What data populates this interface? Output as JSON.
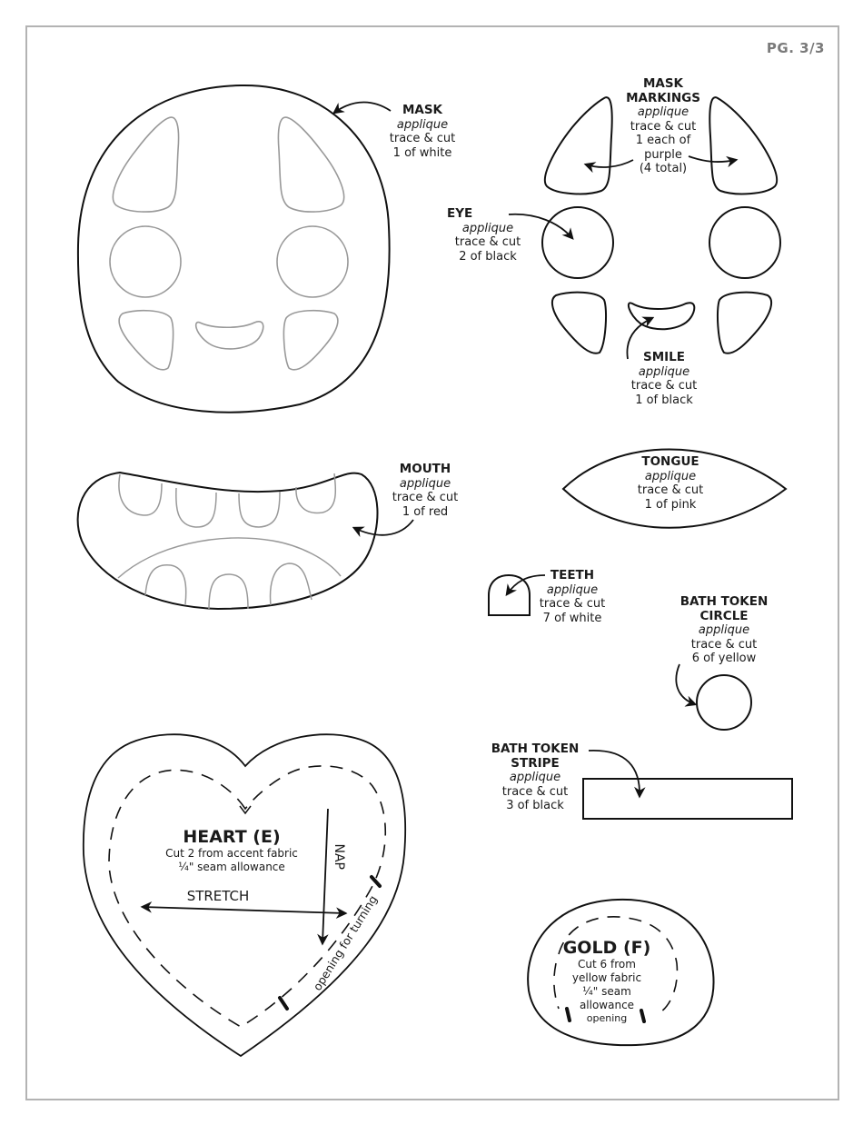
{
  "page": {
    "number_label": "PG. 3/3"
  },
  "colors": {
    "frame": "#b3b3b3",
    "outline": "#111111",
    "guide": "#999999",
    "page_number": "#7a7a7a"
  },
  "pieces": {
    "mask": {
      "title": "MASK",
      "type": "applique",
      "instr": "trace & cut",
      "qty": "1 of white"
    },
    "mask_markings": {
      "title1": "MASK",
      "title2": "MARKINGS",
      "type": "applique",
      "instr": "trace & cut",
      "qty1": "1 each of",
      "qty2": "purple",
      "qty3": "(4 total)"
    },
    "eye": {
      "title": "EYE",
      "type": "applique",
      "instr": "trace & cut",
      "qty": "2 of black"
    },
    "smile": {
      "title": "SMILE",
      "type": "applique",
      "instr": "trace & cut",
      "qty": "1 of black"
    },
    "mouth": {
      "title": "MOUTH",
      "type": "applique",
      "instr": "trace & cut",
      "qty": "1 of red"
    },
    "tongue": {
      "title": "TONGUE",
      "type": "applique",
      "instr": "trace & cut",
      "qty": "1 of pink"
    },
    "teeth": {
      "title": "TEETH",
      "type": "applique",
      "instr": "trace & cut",
      "qty": "7 of white"
    },
    "bath_token_circle": {
      "title1": "BATH TOKEN",
      "title2": "CIRCLE",
      "type": "applique",
      "instr": "trace & cut",
      "qty": "6 of yellow"
    },
    "bath_token_stripe": {
      "title1": "BATH TOKEN",
      "title2": "STRIPE",
      "type": "applique",
      "instr": "trace & cut",
      "qty": "3 of black"
    },
    "heart": {
      "title": "HEART (E)",
      "line1": "Cut 2 from accent fabric",
      "line2": "¼\" seam allowance",
      "stretch": "STRETCH",
      "nap": "NAP",
      "opening": "opening for turning"
    },
    "gold": {
      "title": "GOLD (F)",
      "line1": "Cut 6 from",
      "line2": "yellow fabric",
      "line3": "¼\" seam",
      "line4": "allowance",
      "opening": "opening"
    }
  }
}
